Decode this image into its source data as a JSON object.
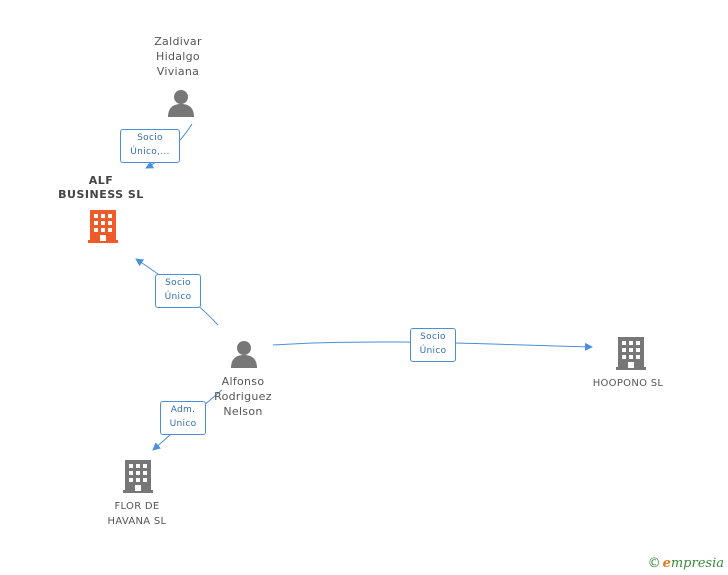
{
  "colors": {
    "edge": "#4a8fdc",
    "person": "#777777",
    "company": "#777777",
    "highlight_company": "#f05a28"
  },
  "nodes": {
    "zaldivar": {
      "label": [
        "Zaldivar",
        "Hidalgo",
        "Viviana"
      ],
      "icon": "person-icon"
    },
    "alf": {
      "label": [
        "ALF",
        "BUSINESS SL"
      ],
      "icon": "building-icon"
    },
    "alfonso": {
      "label": [
        "Alfonso",
        "Rodriguez",
        "Nelson"
      ],
      "icon": "person-icon"
    },
    "hoopono": {
      "label": [
        "HOOPONO SL"
      ],
      "icon": "building-icon"
    },
    "flor": {
      "label": [
        "FLOR DE",
        "HAVANA SL"
      ],
      "icon": "building-icon"
    }
  },
  "edges": {
    "zaldivar_alf": [
      "Socio",
      "Único,..."
    ],
    "alfonso_alf": [
      "Socio",
      "Único"
    ],
    "alfonso_hoopono": [
      "Socio",
      "Único"
    ],
    "alfonso_flor": [
      "Adm.",
      "Unico"
    ]
  },
  "brand": {
    "copyright": "©",
    "initial": "e",
    "rest": "mpresia"
  }
}
